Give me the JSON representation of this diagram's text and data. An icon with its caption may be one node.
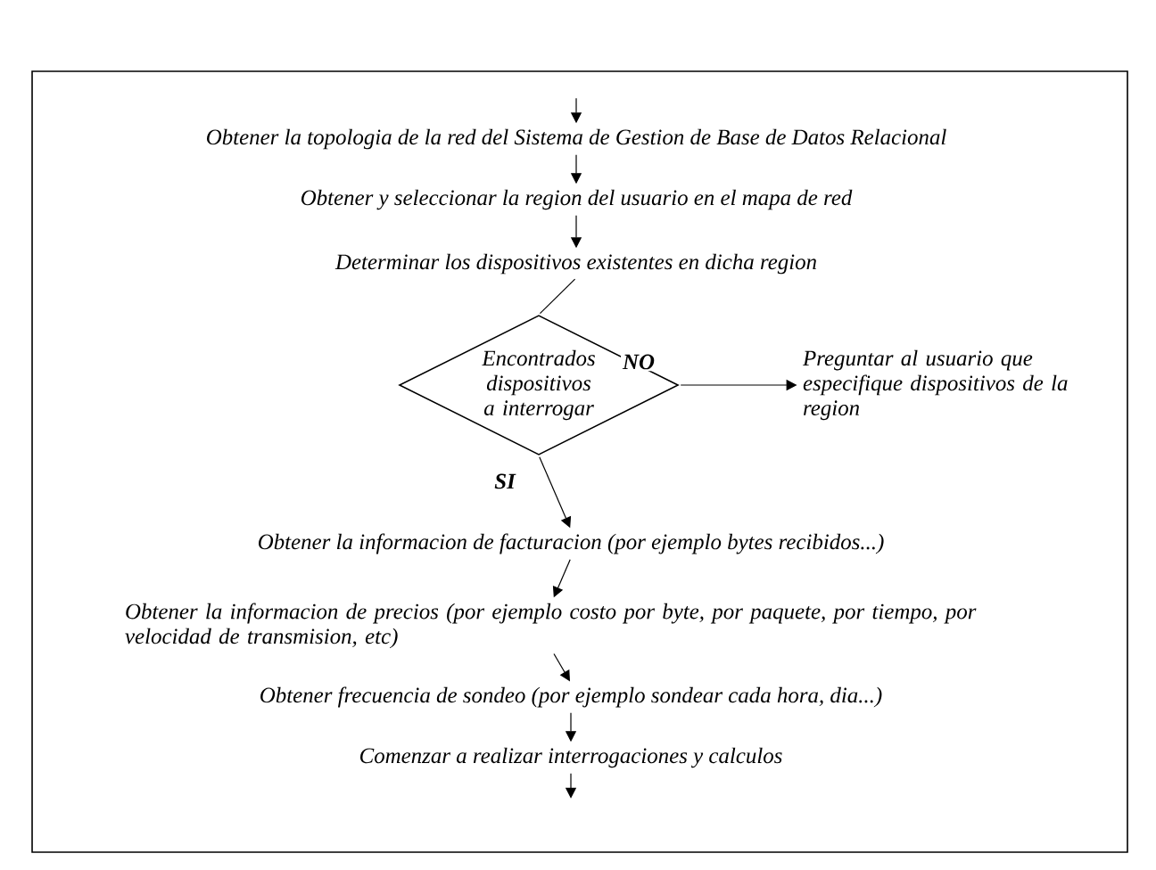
{
  "diagram": {
    "nodes": [
      {
        "text": [
          "Obtener la topologia de la red del Sistema de Gestion de Base de Datos Relacional"
        ]
      },
      {
        "text": [
          "Obtener y seleccionar la region del usuario en el mapa de red"
        ]
      },
      {
        "text": [
          "Determinar los dispositivos existentes en dicha region"
        ]
      },
      {
        "text": [
          "Encontrados dispositivos a interrogar"
        ]
      },
      {
        "text": [
          "Preguntar al usuario que especifique dispositivos de la region"
        ]
      },
      {
        "text": [
          "Obtener la informacion de facturacion (por ejemplo bytes recibidos...)"
        ]
      },
      {
        "text": [
          "Obtener la informacion de precios (por ejemplo costo por byte, por paquete, por tiempo, por velocidad de transmision, etc)"
        ]
      },
      {
        "text": [
          "Obtener frecuencia de sondeo (por ejemplo sondear cada hora, dia...)"
        ]
      },
      {
        "text": [
          "Comenzar a realizar interrogaciones y calculos"
        ]
      }
    ],
    "edges": [
      {
        "from": null,
        "to": 0,
        "arrow": "to"
      },
      {
        "from": 0,
        "to": 1,
        "arrow": "to"
      },
      {
        "from": 1,
        "to": 2,
        "arrow": "to"
      },
      {
        "from": 2,
        "to": 3,
        "arrow": "none"
      },
      {
        "from": 3,
        "to": 4,
        "arrow": "to",
        "label": "NO"
      },
      {
        "from": 3,
        "to": 5,
        "arrow": "to",
        "label": "SI"
      },
      {
        "from": 5,
        "to": 6,
        "arrow": "to"
      },
      {
        "from": 6,
        "to": 7,
        "arrow": "to"
      },
      {
        "from": 7,
        "to": 8,
        "arrow": "to"
      },
      {
        "from": 8,
        "to": null,
        "arrow": "to"
      }
    ]
  }
}
